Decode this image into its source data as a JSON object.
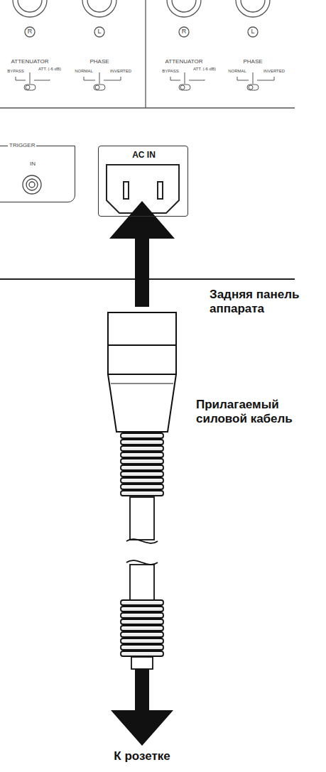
{
  "diagram": {
    "nodes": [
      {
        "text": [
          "TRIGGER",
          "IN"
        ]
      },
      {
        "text": [
          "AC IN"
        ]
      }
    ],
    "labels": [
      "R",
      "L",
      "R",
      "L",
      "ATTENUATOR",
      "PHASE",
      "ATTENUATOR",
      "PHASE",
      "BYPASS",
      "ATT. (-6 dB)",
      "NORMAL",
      "INVERTED",
      "BYPASS",
      "ATT. (-6 dB)",
      "NORMAL",
      "INVERTED",
      "Задняя панель аппарата",
      "Прилагаемый силовой кабель",
      "К розетке"
    ]
  }
}
